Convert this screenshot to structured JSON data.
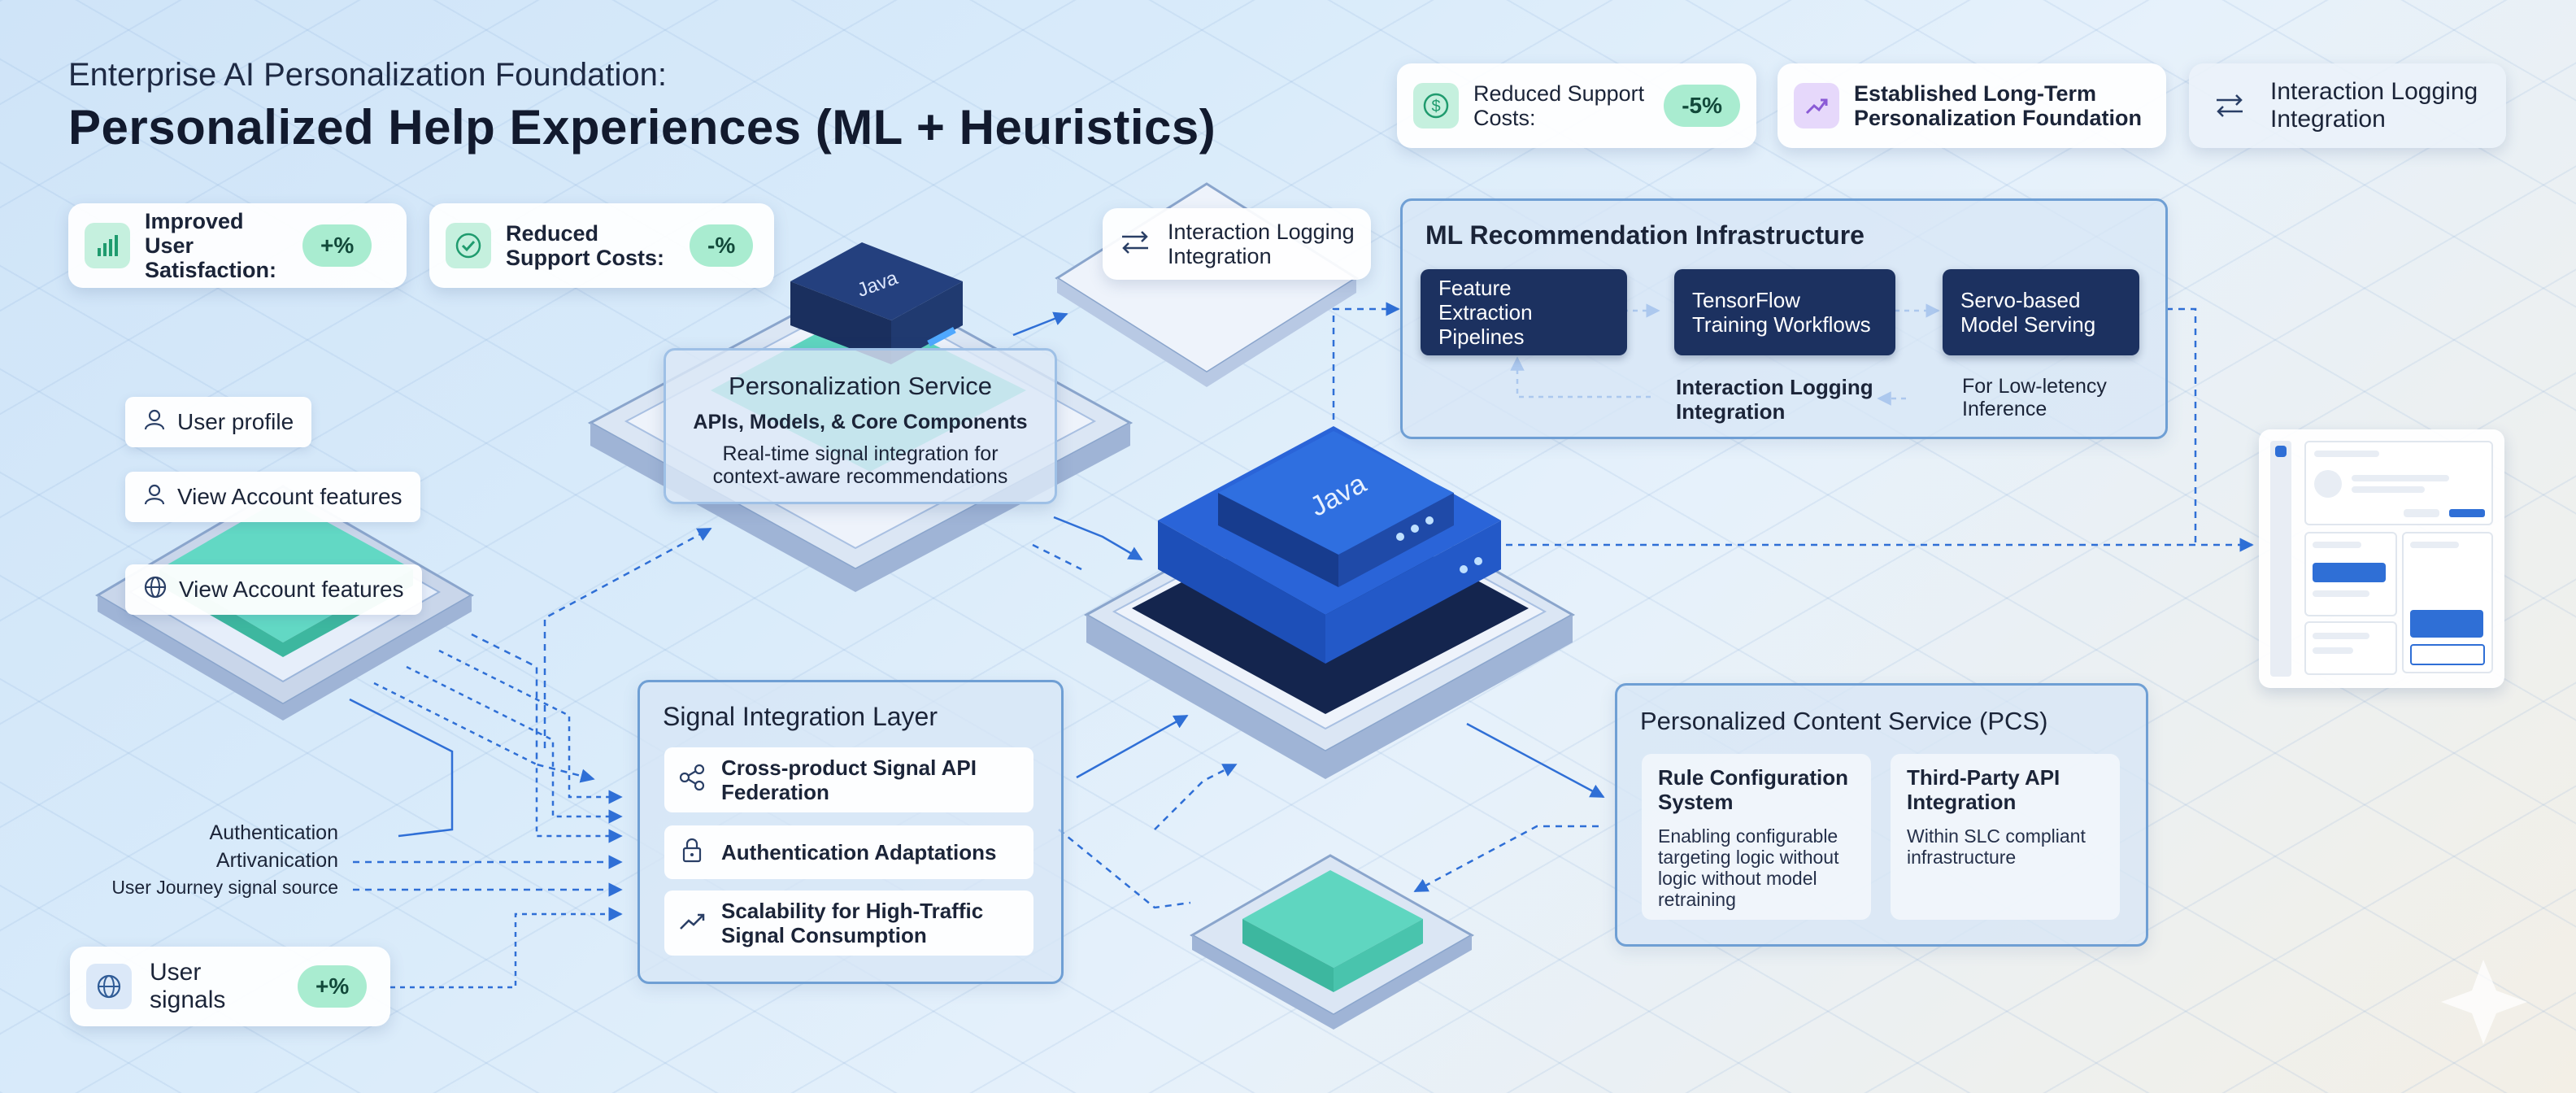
{
  "header": {
    "subtitle": "Enterprise AI Personalization Foundation:",
    "title": "Personalized Help Experiences (ML + Heuristics)"
  },
  "top_metrics": [
    {
      "label": "Reduced Support Costs:",
      "value": "-5%",
      "icon": "dollar-icon"
    },
    {
      "label": "Established Long-Term Personalization Foundation",
      "icon": "trend-up-icon"
    },
    {
      "label": "Interaction Logging Integration",
      "icon": "swap-arrows-icon"
    }
  ],
  "left_metrics": [
    {
      "label": "Improved User Satisfaction:",
      "value": "+%",
      "icon": "bar-chart-icon"
    },
    {
      "label": "Reduced Support Costs:",
      "value": "-%",
      "icon": "check-circle-icon"
    }
  ],
  "floating_logging": {
    "label": "Interaction Logging Integration",
    "icon": "swap-arrows-icon"
  },
  "server_labels": {
    "small": "Java",
    "main": "Java"
  },
  "personalization_service": {
    "title": "Personalization Service",
    "subtitle": "APIs, Models, & Core Components",
    "description": "Real-time signal integration for context-aware recommendations"
  },
  "user_chips": [
    {
      "label": "User profile",
      "icon": "user-icon"
    },
    {
      "label": "View Account features",
      "icon": "user-icon"
    },
    {
      "label": "View Account features",
      "icon": "globe-icon"
    }
  ],
  "ml_infra": {
    "title": "ML Recommendation Infrastructure",
    "steps": [
      "Feature Extraction Pipelines",
      "TensorFlow Training Workflows",
      "Servo-based Model Serving"
    ],
    "feedback_label": "Interaction Logging Integration",
    "inference_label": "For Low-letency Inference"
  },
  "signal_layer": {
    "title": "Signal Integration Layer",
    "items": [
      {
        "label": "Cross-product Signal API Federation",
        "icon": "share-icon"
      },
      {
        "label": "Authentication Adaptations",
        "icon": "lock-icon"
      },
      {
        "label": "Scalability for High-Traffic Signal Consumption",
        "icon": "trend-up-icon"
      }
    ]
  },
  "signal_sources": [
    "Authentication",
    "Artivanication",
    "User Journey signal source"
  ],
  "user_signals": {
    "label": "User signals",
    "value": "+%",
    "icon": "globe-icon"
  },
  "pcs": {
    "title": "Personalized Content Service (PCS)",
    "cards": [
      {
        "title": "Rule Configuration System",
        "description": "Enabling configurable targeting logic without logic without model retraining"
      },
      {
        "title": "Third-Party API Integration",
        "description": "Within SLC compliant infrastructure"
      }
    ]
  },
  "colors": {
    "accent": "#2f6fd6",
    "navy": "#1c3160",
    "teal": "#5fd6c0",
    "pill": "#a9ecd0"
  }
}
